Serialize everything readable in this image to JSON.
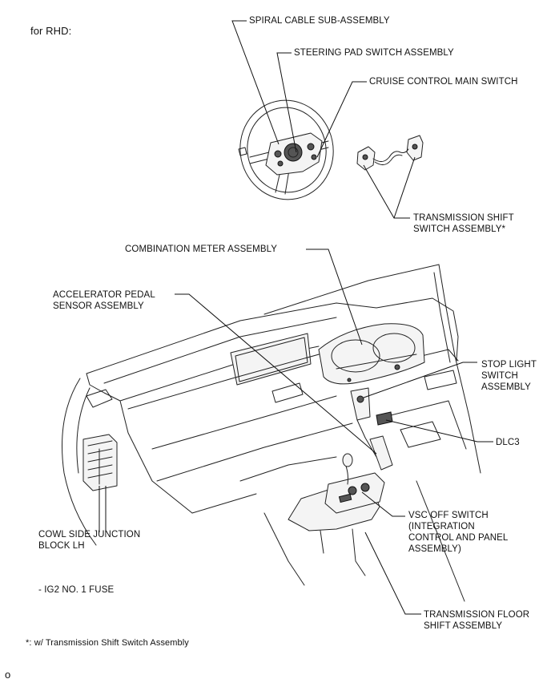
{
  "header": {
    "variant": "for RHD:"
  },
  "labels": {
    "spiral_cable": "SPIRAL CABLE SUB-ASSEMBLY",
    "steering_pad_switch": "STEERING PAD SWITCH ASSEMBLY",
    "cruise_control_main_switch": "CRUISE CONTROL MAIN SWITCH",
    "transmission_shift_switch": "TRANSMISSION SHIFT\nSWITCH ASSEMBLY*",
    "combination_meter": "COMBINATION METER ASSEMBLY",
    "accelerator_pedal_sensor": "ACCELERATOR PEDAL\nSENSOR ASSEMBLY",
    "stop_light_switch": "STOP LIGHT\nSWITCH\nASSEMBLY",
    "dlc3": "DLC3",
    "vsc_off_switch": "VSC OFF SWITCH\n(INTEGRATION\nCONTROL AND PANEL\nASSEMBLY)",
    "cowl_side_junction_block": "COWL SIDE JUNCTION\nBLOCK LH",
    "transmission_floor_shift": "TRANSMISSION FLOOR\nSHIFT ASSEMBLY"
  },
  "fuse_note": "- IG2 NO. 1 FUSE",
  "footnote": "*: w/ Transmission Shift Switch Assembly",
  "page_marker": "o"
}
